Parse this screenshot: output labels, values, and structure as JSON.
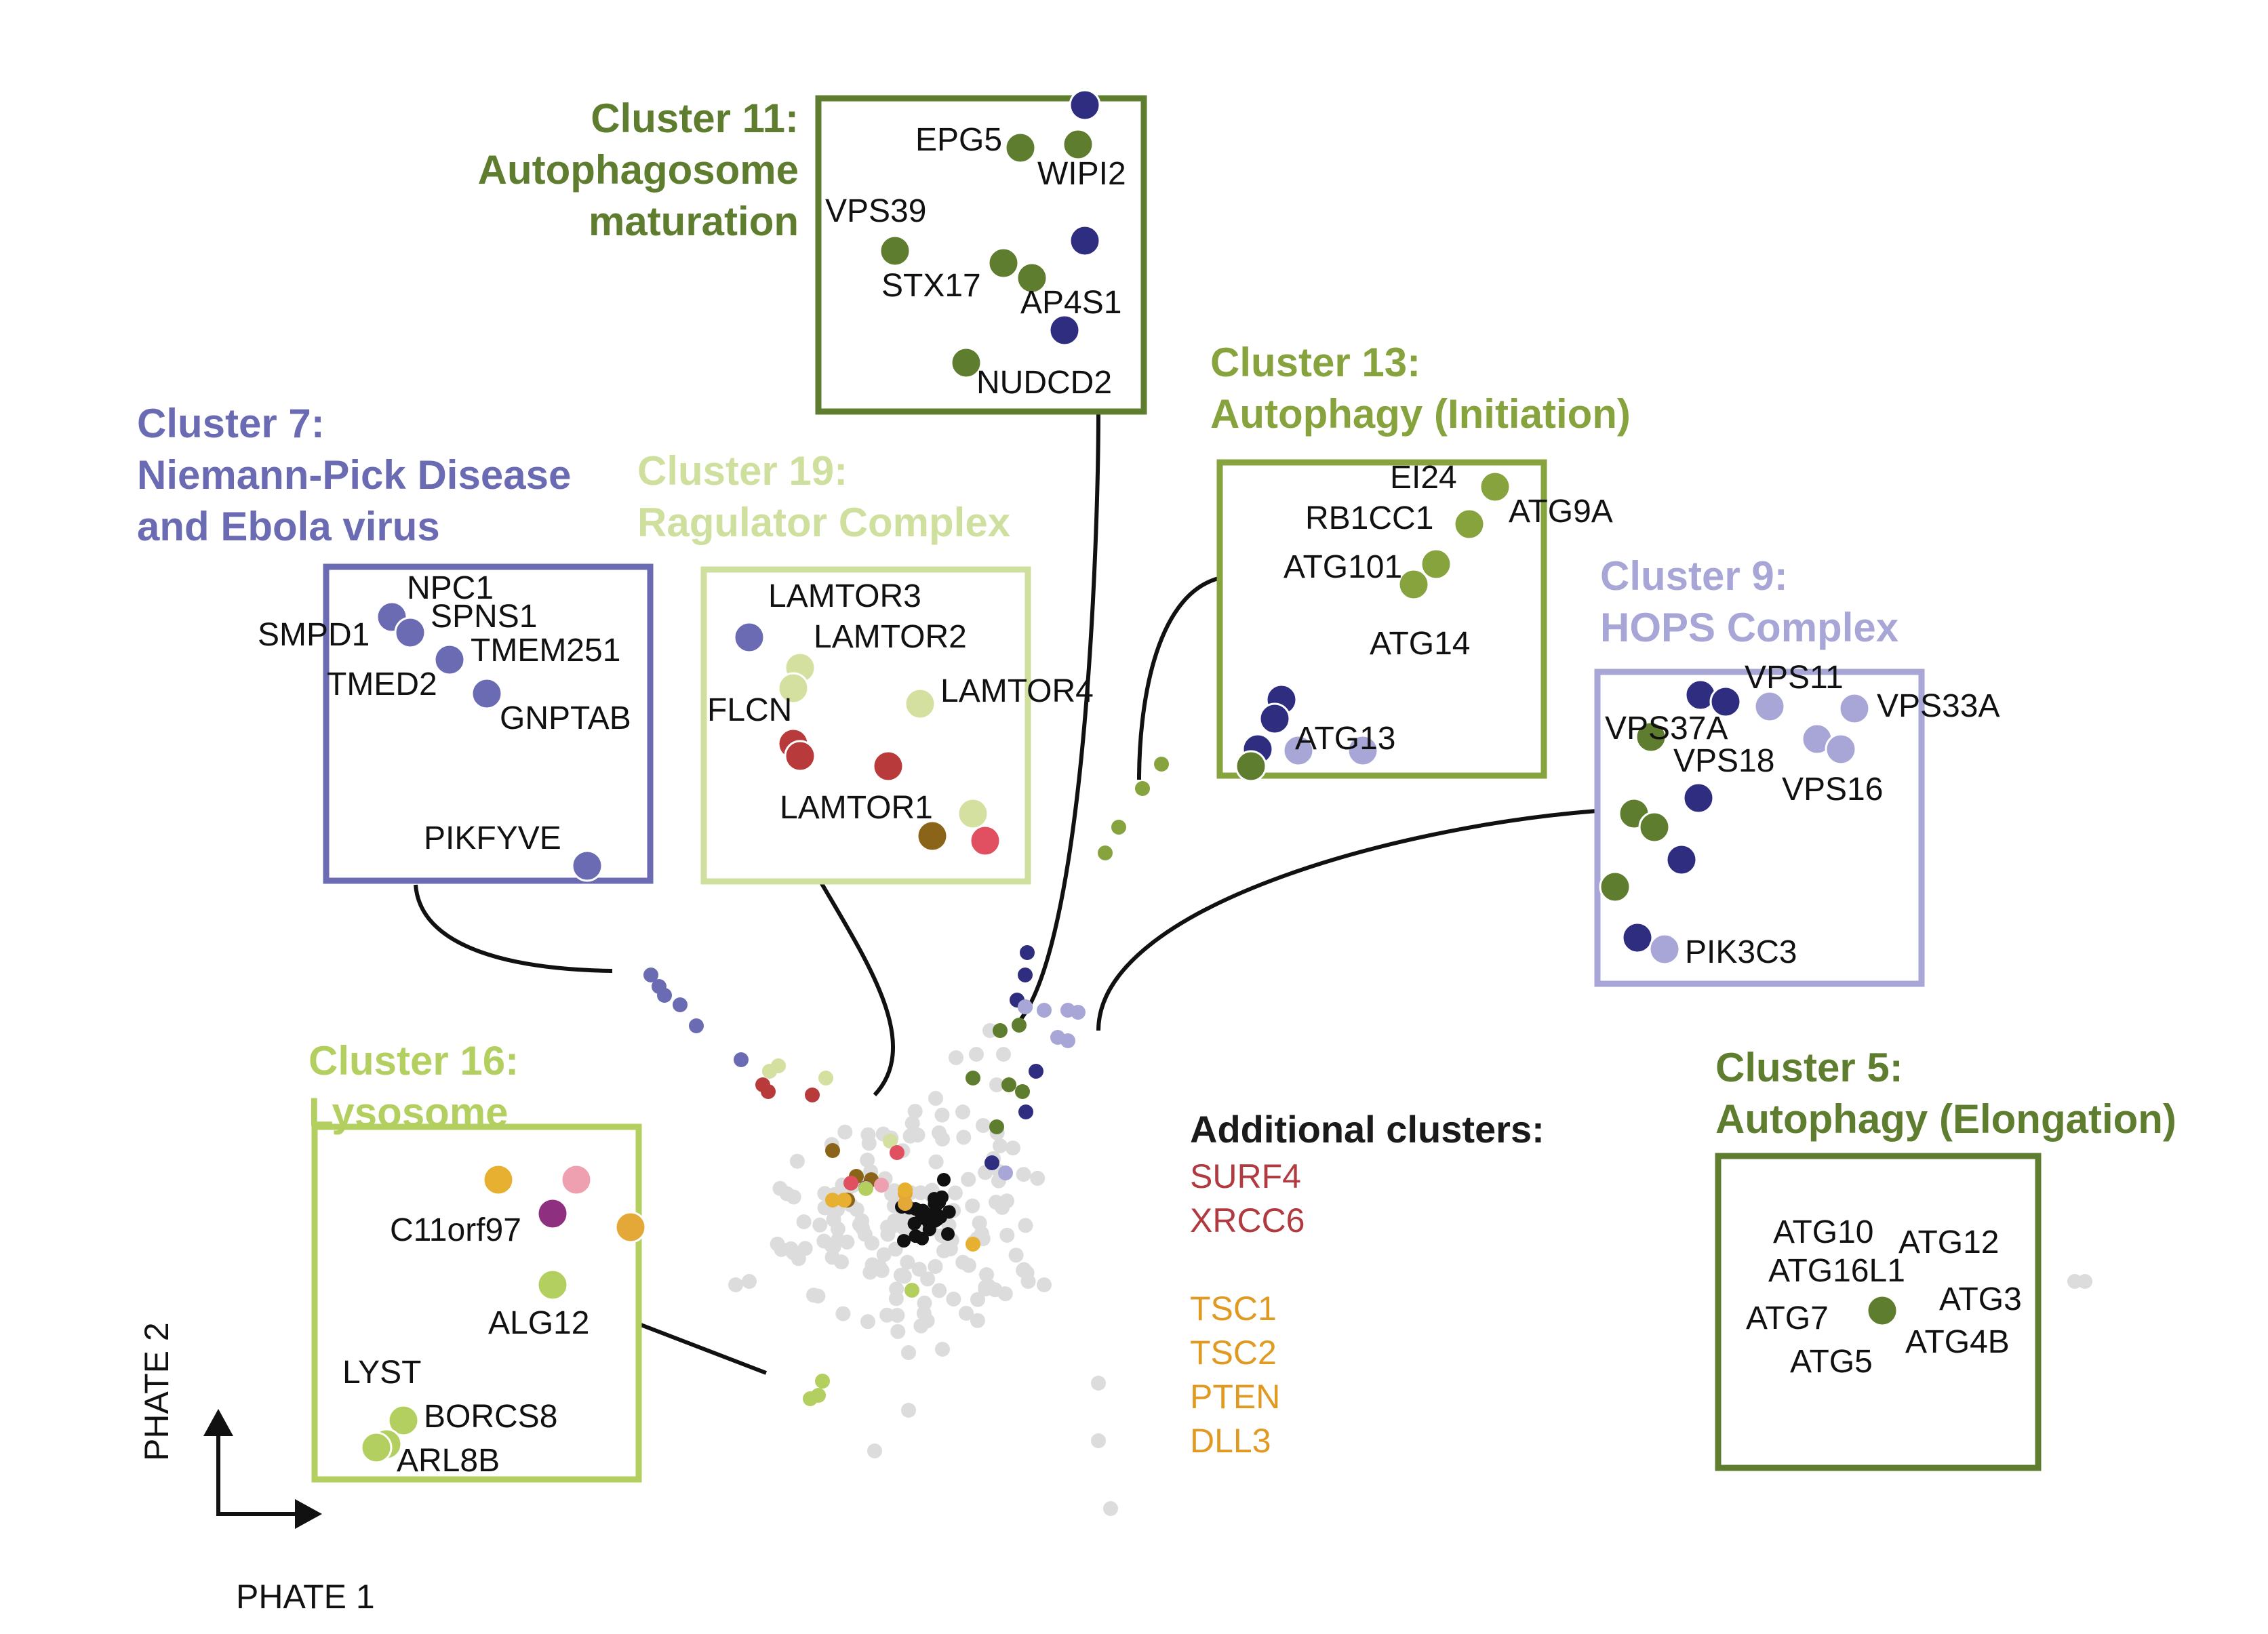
{
  "figure": {
    "axes": {
      "x_label": "PHATE 1",
      "y_label": "PHATE 2"
    },
    "additional_clusters": {
      "heading": "Additional clusters:",
      "groups": [
        {
          "color": "#b03a40",
          "genes": [
            "SURF4",
            "XRCC6"
          ]
        },
        {
          "color": "#e09a22",
          "genes": [
            "TSC1",
            "TSC2",
            "PTEN",
            "DLL3"
          ]
        }
      ]
    },
    "clusters": [
      {
        "id": "11",
        "title_lines": [
          "Cluster 11:",
          "Autophagosome",
          "maturation"
        ],
        "color": "#5f7d2e",
        "genes": [
          "EPG5",
          "WIPI2",
          "VPS39",
          "STX17",
          "AP4S1",
          "NUDCD2"
        ]
      },
      {
        "id": "7",
        "title_lines": [
          "Cluster 7:",
          "Niemann-Pick Disease",
          "and Ebola virus"
        ],
        "color": "#6a6bb3",
        "genes": [
          "NPC1",
          "SPNS1",
          "SMPD1",
          "TMEM251",
          "TMED2",
          "GNPTAB",
          "PIKFYVE"
        ]
      },
      {
        "id": "19",
        "title_lines": [
          "Cluster 19:",
          "Ragulator Complex"
        ],
        "color": "#cfdf9e",
        "genes": [
          "LAMTOR3",
          "LAMTOR2",
          "LAMTOR4",
          "FLCN",
          "LAMTOR1"
        ]
      },
      {
        "id": "13",
        "title_lines": [
          "Cluster 13:",
          "Autophagy (Initiation)"
        ],
        "color": "#87a33e",
        "genes": [
          "EI24",
          "RB1CC1",
          "ATG9A",
          "ATG101",
          "ATG14",
          "ATG13"
        ]
      },
      {
        "id": "9",
        "title_lines": [
          "Cluster 9:",
          "HOPS Complex"
        ],
        "color": "#a7a6d6",
        "genes": [
          "VPS11",
          "VPS33A",
          "VPS37A",
          "VPS18",
          "VPS16",
          "PIK3C3"
        ]
      },
      {
        "id": "16",
        "title_lines": [
          "Cluster 16:",
          "Lysosome"
        ],
        "color": "#b3cf5f",
        "genes": [
          "C11orf97",
          "ALG12",
          "LYST",
          "BORCS8",
          "ARL8B"
        ]
      },
      {
        "id": "5",
        "title_lines": [
          "Cluster 5:",
          "Autophagy (Elongation)"
        ],
        "color": "#5f7d2e",
        "genes": [
          "ATG10",
          "ATG12",
          "ATG16L1",
          "ATG3",
          "ATG7",
          "ATG4B",
          "ATG5"
        ]
      }
    ],
    "point_colors": {
      "grey": "#dcdcdc",
      "black": "#111111",
      "navy": "#2e2d80",
      "purple": "#6a6bb3",
      "lavender": "#a7a6d6",
      "olive": "#5f7d2e",
      "green": "#87a33e",
      "lime": "#b3cf5f",
      "pale": "#d3e0a0",
      "red": "#b83a3a",
      "pink": "#e05060",
      "rose": "#eea0b0",
      "brown": "#8a6418",
      "gold": "#e8b030",
      "orange": "#e3a838",
      "magenta": "#8e2f80"
    }
  }
}
